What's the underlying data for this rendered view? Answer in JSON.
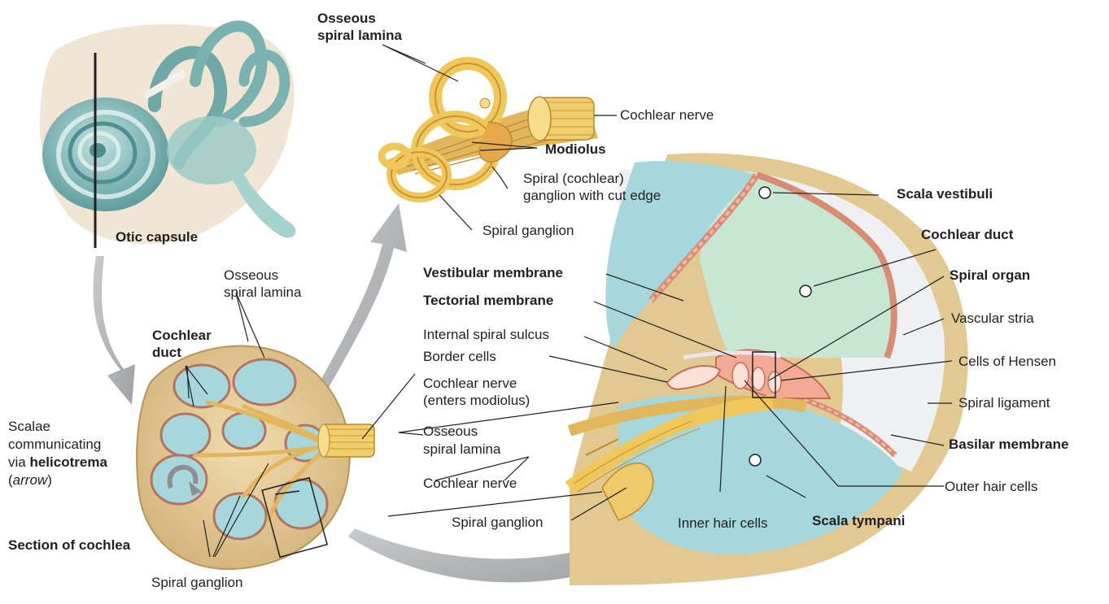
{
  "labels": {
    "otic_capsule": "Otic capsule",
    "osseous_spiral_lamina_top_1": "Osseous",
    "osseous_spiral_lamina_top_2": "spiral lamina",
    "cochlear_nerve_top": "Cochlear nerve",
    "modiolus": "Modiolus",
    "spiral_cochlear_ganglion_1": "Spiral (cochlear)",
    "spiral_cochlear_ganglion_2": "ganglion with cut edge",
    "spiral_ganglion_top": "Spiral ganglion",
    "osseous_spiral_lamina_mid_1": "Osseous",
    "osseous_spiral_lamina_mid_2": "spiral lamina",
    "cochlear_duct_left_1": "Cochlear",
    "cochlear_duct_left_2": "duct",
    "scalae_1": "Scalae",
    "scalae_2": "communicating",
    "scalae_3_pre": "via ",
    "scalae_3_bold": "helicotrema",
    "scalae_4_open": "(",
    "scalae_4_italic": "arrow",
    "scalae_4_close": ")",
    "section_of_cochlea": "Section of cochlea",
    "spiral_ganglion_bottom": "Spiral ganglion",
    "vestibular_membrane": "Vestibular membrane",
    "tectorial_membrane": "Tectorial membrane",
    "internal_spiral_sulcus": "Internal spiral sulcus",
    "border_cells": "Border cells",
    "cochlear_nerve_enters_1": "Cochlear nerve",
    "cochlear_nerve_enters_2": "(enters modiolus)",
    "osseous_spiral_lamina_low_1": "Osseous",
    "osseous_spiral_lamina_low_2": "spiral lamina",
    "cochlear_nerve_low": "Cochlear nerve",
    "spiral_ganglion_low": "Spiral ganglion",
    "inner_hair_cells": "Inner hair cells",
    "scala_tympani": "Scala tympani",
    "scala_vestibuli": "Scala vestibuli",
    "cochlear_duct_right": "Cochlear duct",
    "spiral_organ": "Spiral organ",
    "vascular_stria": "Vascular stria",
    "cells_of_hensen": "Cells of Hensen",
    "spiral_ligament": "Spiral ligament",
    "basilar_membrane": "Basilar membrane",
    "outer_hair_cells": "Outer hair cells"
  },
  "colors": {
    "endolymph_fluid": "#c7e7d2",
    "perilymph_fluid": "#a9d9d7",
    "bone": "#e6cf9c",
    "nerve": "#efc75a",
    "membrane_cells": "#e8a28a",
    "arrow_gray": "#b9babc",
    "leader_line": "#231f20"
  }
}
